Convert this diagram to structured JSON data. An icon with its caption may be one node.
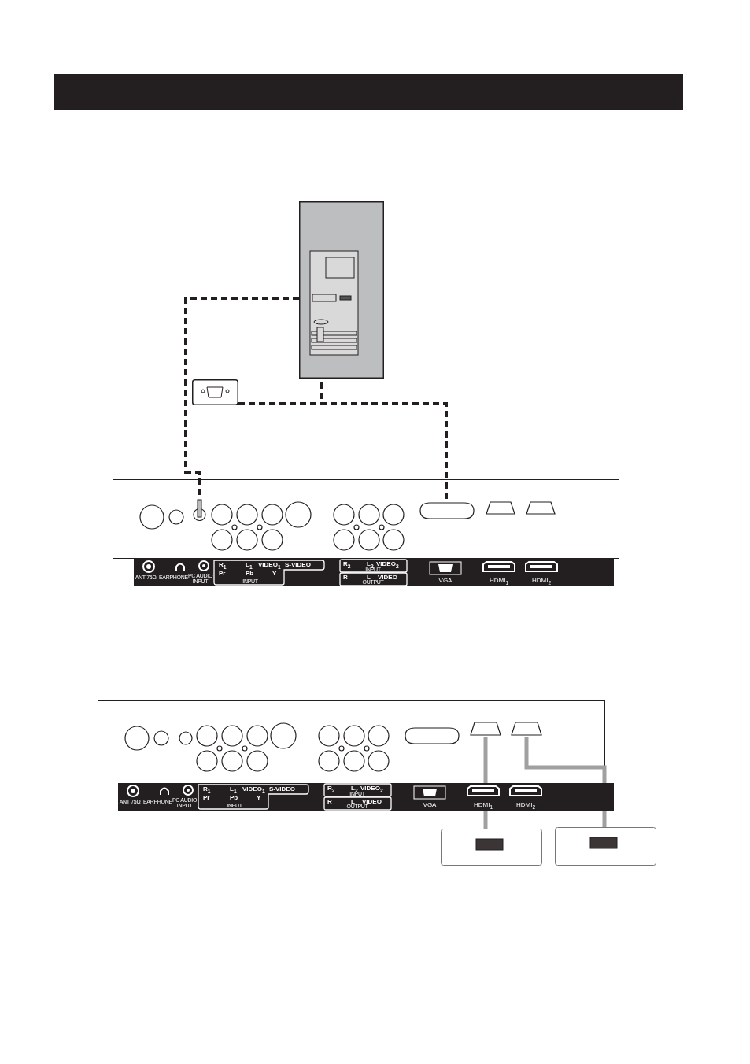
{
  "diagram": {
    "nodes": [
      {
        "text": [],
        "shape": "picture"
      },
      {
        "text": [],
        "shape": "box"
      },
      {
        "text": [],
        "shape": "box"
      },
      {
        "text": [],
        "shape": "box",
        "in": 2
      },
      {
        "text": [],
        "shape": "box",
        "in": 2
      },
      {
        "text": [],
        "shape": "box",
        "in": 2
      },
      {
        "text": [],
        "shape": "box",
        "in": 2
      },
      {
        "text": [],
        "shape": "box"
      },
      {
        "text": [],
        "shape": "box",
        "in": 7
      },
      {
        "text": [],
        "shape": "box",
        "in": 7
      },
      {
        "text": [],
        "shape": "box",
        "in": 7
      },
      {
        "text": [],
        "shape": "box"
      },
      {
        "text": [],
        "shape": "box"
      }
    ],
    "edges": [
      {
        "from": 0,
        "to": 3,
        "arrow": "none",
        "style": "dashed"
      },
      {
        "from": 0,
        "to": 4,
        "arrow": "none",
        "style": "dashed"
      },
      {
        "from": 1,
        "to": 4,
        "arrow": "none",
        "style": "dashed"
      },
      {
        "from": 11,
        "to": 9,
        "arrow": "none",
        "color": "#a0a0a0"
      },
      {
        "from": 12,
        "to": 10,
        "arrow": "none",
        "color": "#a0a0a0"
      }
    ],
    "labels": [
      "ANT 75Ω",
      "EARPHONE",
      "PC AUDIO INPUT",
      "R$_{1}$",
      "L$_{1}$",
      "VIDEO$_{1}$",
      "S-VIDEO",
      "Pr",
      "Pb",
      "Y",
      "INPUT",
      "R$_{2}$",
      "L$_{2}$",
      "VIDEO$_{2}$",
      "INPUT",
      "R",
      "L",
      "VIDEO",
      "OUTPUT",
      "VGA",
      "HDMI$_{1}$",
      "HDMI$_{2}$",
      "ANT 75Ω",
      "EARPHONE",
      "PC AUDIO INPUT",
      "R$_{1}$",
      "L$_{1}$",
      "VIDEO$_{1}$",
      "S-VIDEO",
      "Pr",
      "Pb",
      "Y",
      "INPUT",
      "R$_{2}$",
      "L$_{2}$",
      "VIDEO$_{2}$",
      "INPUT",
      "R",
      "L",
      "VIDEO",
      "OUTPUT",
      "VGA",
      "HDMI$_{1}$",
      "HDMI$_{2}$"
    ]
  }
}
